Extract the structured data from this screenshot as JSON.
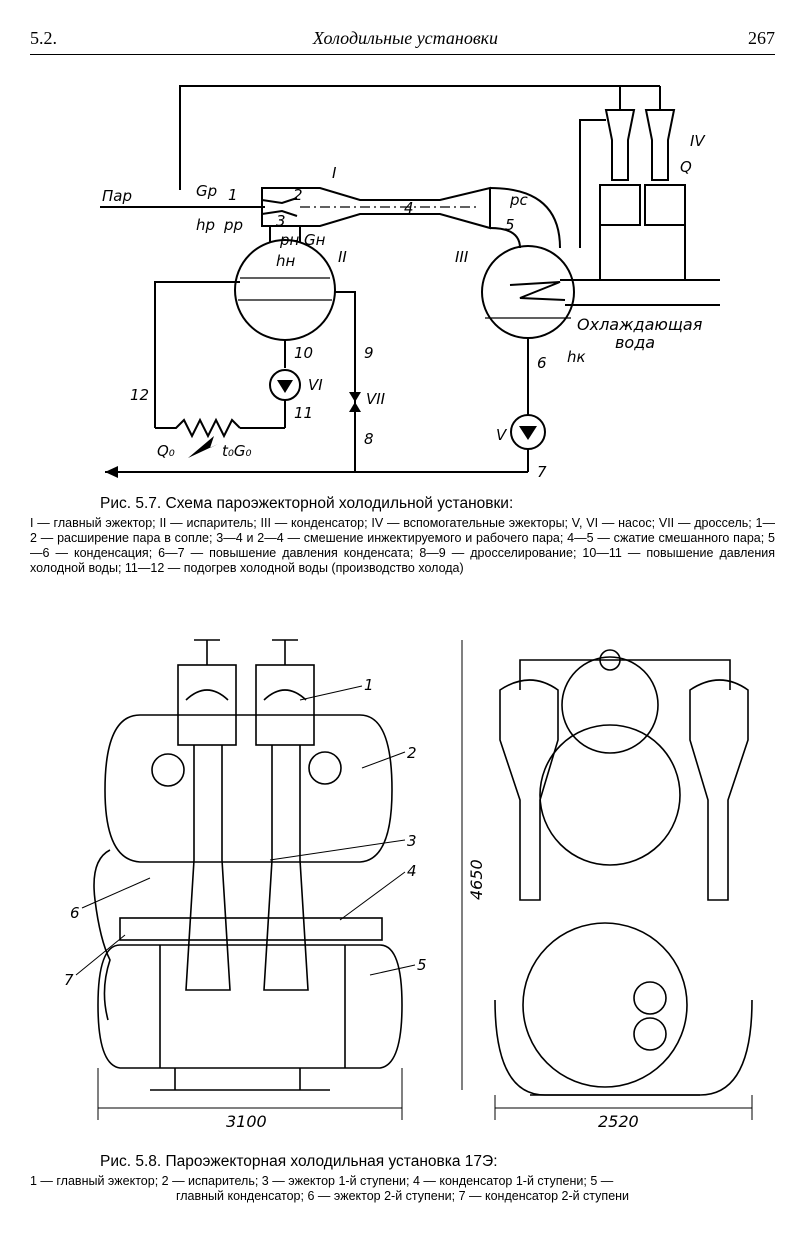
{
  "header": {
    "section": "5.2.",
    "title": "Холодильные установки",
    "page": "267"
  },
  "fig1": {
    "labels": {
      "steam": "Пар",
      "gp": "Gр",
      "hp": "hр",
      "pp": "pр",
      "n1": "1",
      "n2": "2",
      "n3": "3",
      "pn": "pн",
      "gn": "Gн",
      "hn": "hн",
      "n4": "4",
      "n5": "5",
      "pc": "pс",
      "rI": "I",
      "rII": "II",
      "rIII": "III",
      "rIV": "IV",
      "rV": "V",
      "rVI": "VI",
      "rVII": "VII",
      "n6": "6",
      "n7": "7",
      "n8": "8",
      "n9": "9",
      "n10": "10",
      "n11": "11",
      "n12": "12",
      "hk": "hк",
      "q": "Q",
      "q0": "Q₀",
      "t0g0": "t₀G₀",
      "cool1": "Охлаждающая",
      "cool2": "вода"
    },
    "caption_title": "Рис. 5.7. Схема пароэжекторной холодильной установки:",
    "caption_body": "I — главный эжектор; II — испаритель; III — конденсатор; IV — вспомогательные эжекторы; V, VI — насос; VII — дроссель; 1—2 — расширение пара в сопле; 3—4 и 2—4 — смешение инжектируемого и рабочего пара; 4—5 — сжатие смешанного пара; 5—6 — конденсация; 6—7 — повышение давления конденсата; 8—9 — дросселирование; 10—11 — повышение давления холодной воды; 11—12 — подогрев холодной воды (производство холода)"
  },
  "fig2": {
    "labels": {
      "c1": "1",
      "c2": "2",
      "c3": "3",
      "c4": "4",
      "c5": "5",
      "c6": "6",
      "c7": "7",
      "dim_width": "3100",
      "dim_height": "4650",
      "dim_depth": "2520"
    },
    "caption_title": "Рис. 5.8. Пароэжекторная холодильная установка 17Э:",
    "caption_body1": "1 — главный эжектор; 2 — испаритель; 3 — эжектор 1-й ступени; 4 — конденсатор 1-й ступени; 5 —",
    "caption_body2": "главный конденсатор; 6 — эжектор 2-й ступени; 7 — конденсатор 2-й ступени"
  }
}
